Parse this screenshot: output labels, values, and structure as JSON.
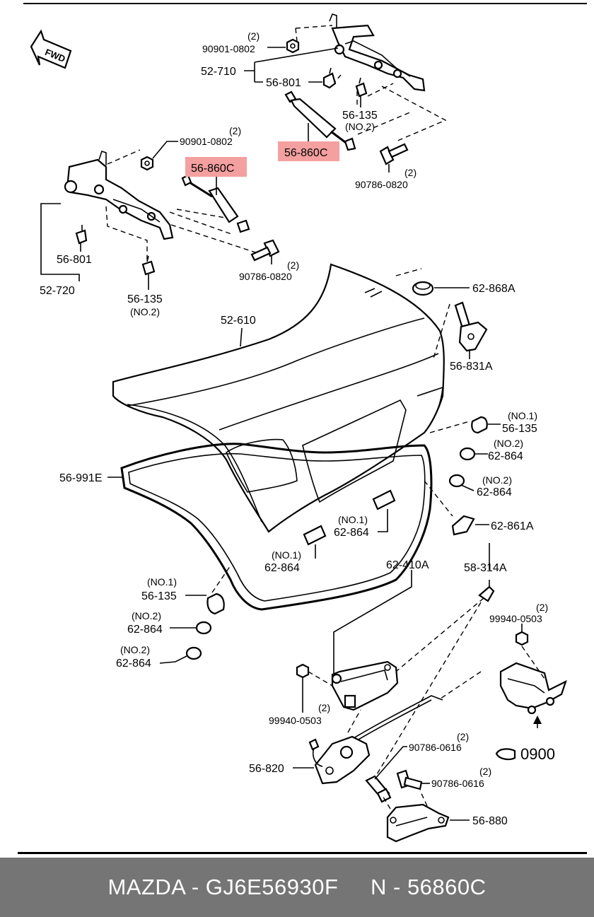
{
  "diagram": {
    "fwd": "FWD",
    "labels": {
      "p90901_top": "90901-0802",
      "p90901_top_qty": "(2)",
      "p52710": "52-710",
      "p56801_top": "56-801",
      "p56135_top": "56-135",
      "p56135_top_no": "(NO.2)",
      "p56860c_top": "56-860C",
      "p90786_top": "90786-0820",
      "p90786_top_qty": "(2)",
      "p90901_left": "90901-0802",
      "p90901_left_qty": "(2)",
      "p56860c_left": "56-860C",
      "p56801_left": "56-801",
      "p52720": "52-720",
      "p56135_left": "56-135",
      "p56135_left_no": "(NO.2)",
      "p90786_left": "90786-0820",
      "p90786_left_qty": "(2)",
      "p62868a": "62-868A",
      "p52610": "52-610",
      "p56831a": "56-831A",
      "p56135_right": "56-135",
      "p56135_right_no": "(NO.1)",
      "p62864_r1": "62-864",
      "p62864_r1_no": "(NO.2)",
      "p62864_r2": "62-864",
      "p62864_r2_no": "(NO.2)",
      "p56991e": "56-991E",
      "p62861a": "62-861A",
      "p62864_c1": "62-864",
      "p62864_c1_no": "(NO.1)",
      "p62864_c2": "62-864",
      "p62864_c2_no": "(NO.1)",
      "p62410a": "62-410A",
      "p58314a": "58-314A",
      "p56135_bl": "56-135",
      "p56135_bl_no": "(NO.1)",
      "p62864_bl1": "62-864",
      "p62864_bl1_no": "(NO.2)",
      "p62864_bl2": "62-864",
      "p62864_bl2_no": "(NO.2)",
      "p99940_r": "99940-0503",
      "p99940_r_qty": "(2)",
      "p99940_l": "99940-0503",
      "p99940_l_qty": "(2)",
      "p0900": "0900",
      "p90786_0616_a": "90786-0616",
      "p90786_0616_a_qty": "(2)",
      "p56820": "56-820",
      "p90786_0616_b": "90786-0616",
      "p90786_0616_b_qty": "(2)",
      "p56880": "56-880"
    }
  },
  "footer": {
    "text": "MAZDA - GJ6E56930F     N - 56860C"
  },
  "colors": {
    "highlight": "#f4a0a0",
    "footer_bg": "#757575"
  }
}
